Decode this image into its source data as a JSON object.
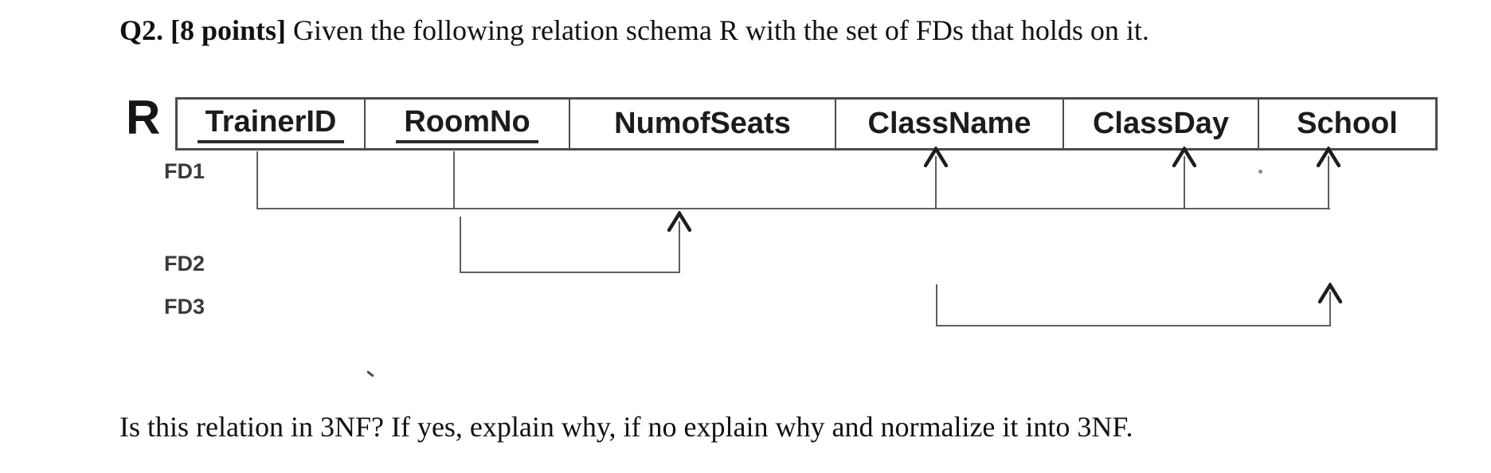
{
  "title": {
    "label": "Q2. [8 points]",
    "text": " Given the following relation schema R with the set of FDs that holds on it."
  },
  "schema": {
    "relation_name": "R",
    "columns": [
      {
        "name": "TrainerID",
        "key": true
      },
      {
        "name": "RoomNo",
        "key": true
      },
      {
        "name": "NumofSeats",
        "key": false
      },
      {
        "name": "ClassName",
        "key": false
      },
      {
        "name": "ClassDay",
        "key": false
      },
      {
        "name": "School",
        "key": false
      }
    ]
  },
  "fds": [
    {
      "label": "FD1",
      "lhs": [
        "TrainerID",
        "RoomNo"
      ],
      "rhs": [
        "ClassName",
        "ClassDay",
        "School"
      ]
    },
    {
      "label": "FD2",
      "lhs": [
        "RoomNo"
      ],
      "rhs": [
        "NumofSeats"
      ]
    },
    {
      "label": "FD3",
      "lhs": [
        "ClassName"
      ],
      "rhs": [
        "School"
      ]
    }
  ],
  "question": "Is this relation in 3NF? If yes, explain why, if no explain why and normalize it into 3NF.",
  "colors": {
    "text": "#111111",
    "table_border": "#4b4b4b",
    "line": "#5f5f5f",
    "arrow": "#1d1d1f"
  }
}
